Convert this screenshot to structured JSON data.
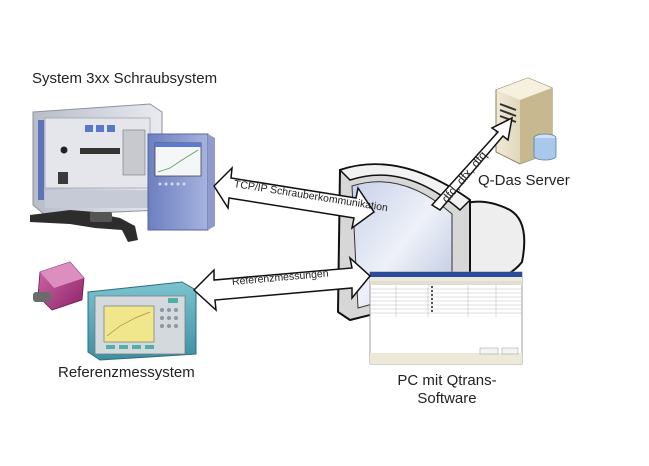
{
  "nodes": {
    "screwing_system": {
      "label": "System 3xx Schraubsystem"
    },
    "server": {
      "label": "Q-Das Server"
    },
    "reference_system": {
      "label": "Referenzmessystem"
    },
    "pc": {
      "label_line1": "PC mit Qtrans-",
      "label_line2": "Software"
    }
  },
  "connections": {
    "tcp": {
      "label": "TCP/IP Schrauberkommunikation"
    },
    "reference": {
      "label": "Referenzmessungen"
    },
    "server": {
      "label": "dfd, dfx, dfq"
    }
  },
  "colors": {
    "monitor_screen": "#dde3f2",
    "monitor_frame": "#d9d9d9",
    "machine_blue": "#7f90c8",
    "window_titlebar": "#2a4a9c",
    "reference_device": "#55a7b8",
    "sensor": "#b03a8a",
    "server_body": "#e6dcc2",
    "database": "#a9c8ea"
  }
}
